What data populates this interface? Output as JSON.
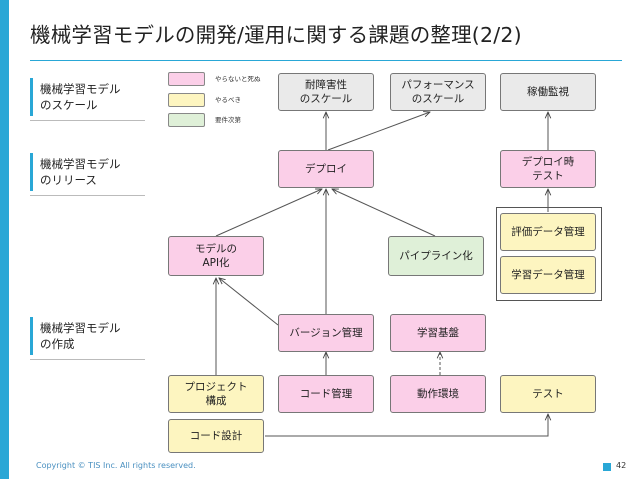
{
  "title": "機械学習モデルの開発/運用に関する課題の整理(2/2)",
  "colors": {
    "accent": "#29a7d6",
    "must": "#fbcfe8",
    "should": "#fdf5c0",
    "need": "#dff0d8",
    "gray": "#eaeaea"
  },
  "sections": [
    {
      "label": "機械学習モデル\nのスケール"
    },
    {
      "label": "機械学習モデル\nのリリース"
    },
    {
      "label": "機械学習モデル\nの作成"
    }
  ],
  "legend": [
    {
      "label": "やらないと死ぬ"
    },
    {
      "label": "やるべき"
    },
    {
      "label": "要件次第"
    }
  ],
  "nodes": {
    "fault_tolerance": "耐障害性\nのスケール",
    "performance": "パフォーマンス\nのスケール",
    "monitoring": "稼働監視",
    "deploy": "デプロイ",
    "deploy_test": "デプロイ時\nテスト",
    "eval_data": "評価データ管理",
    "train_data": "学習データ管理",
    "model_api": "モデルの\nAPI化",
    "pipeline": "パイプライン化",
    "version_mgmt": "バージョン管理",
    "ml_platform": "学習基盤",
    "project_structure": "プロジェクト\n構成",
    "code_mgmt": "コード管理",
    "runtime_env": "動作環境",
    "test": "テスト",
    "code_design": "コード設計"
  },
  "footer": {
    "copyright": "Copyright © TIS Inc. All rights reserved.",
    "page": "42"
  }
}
